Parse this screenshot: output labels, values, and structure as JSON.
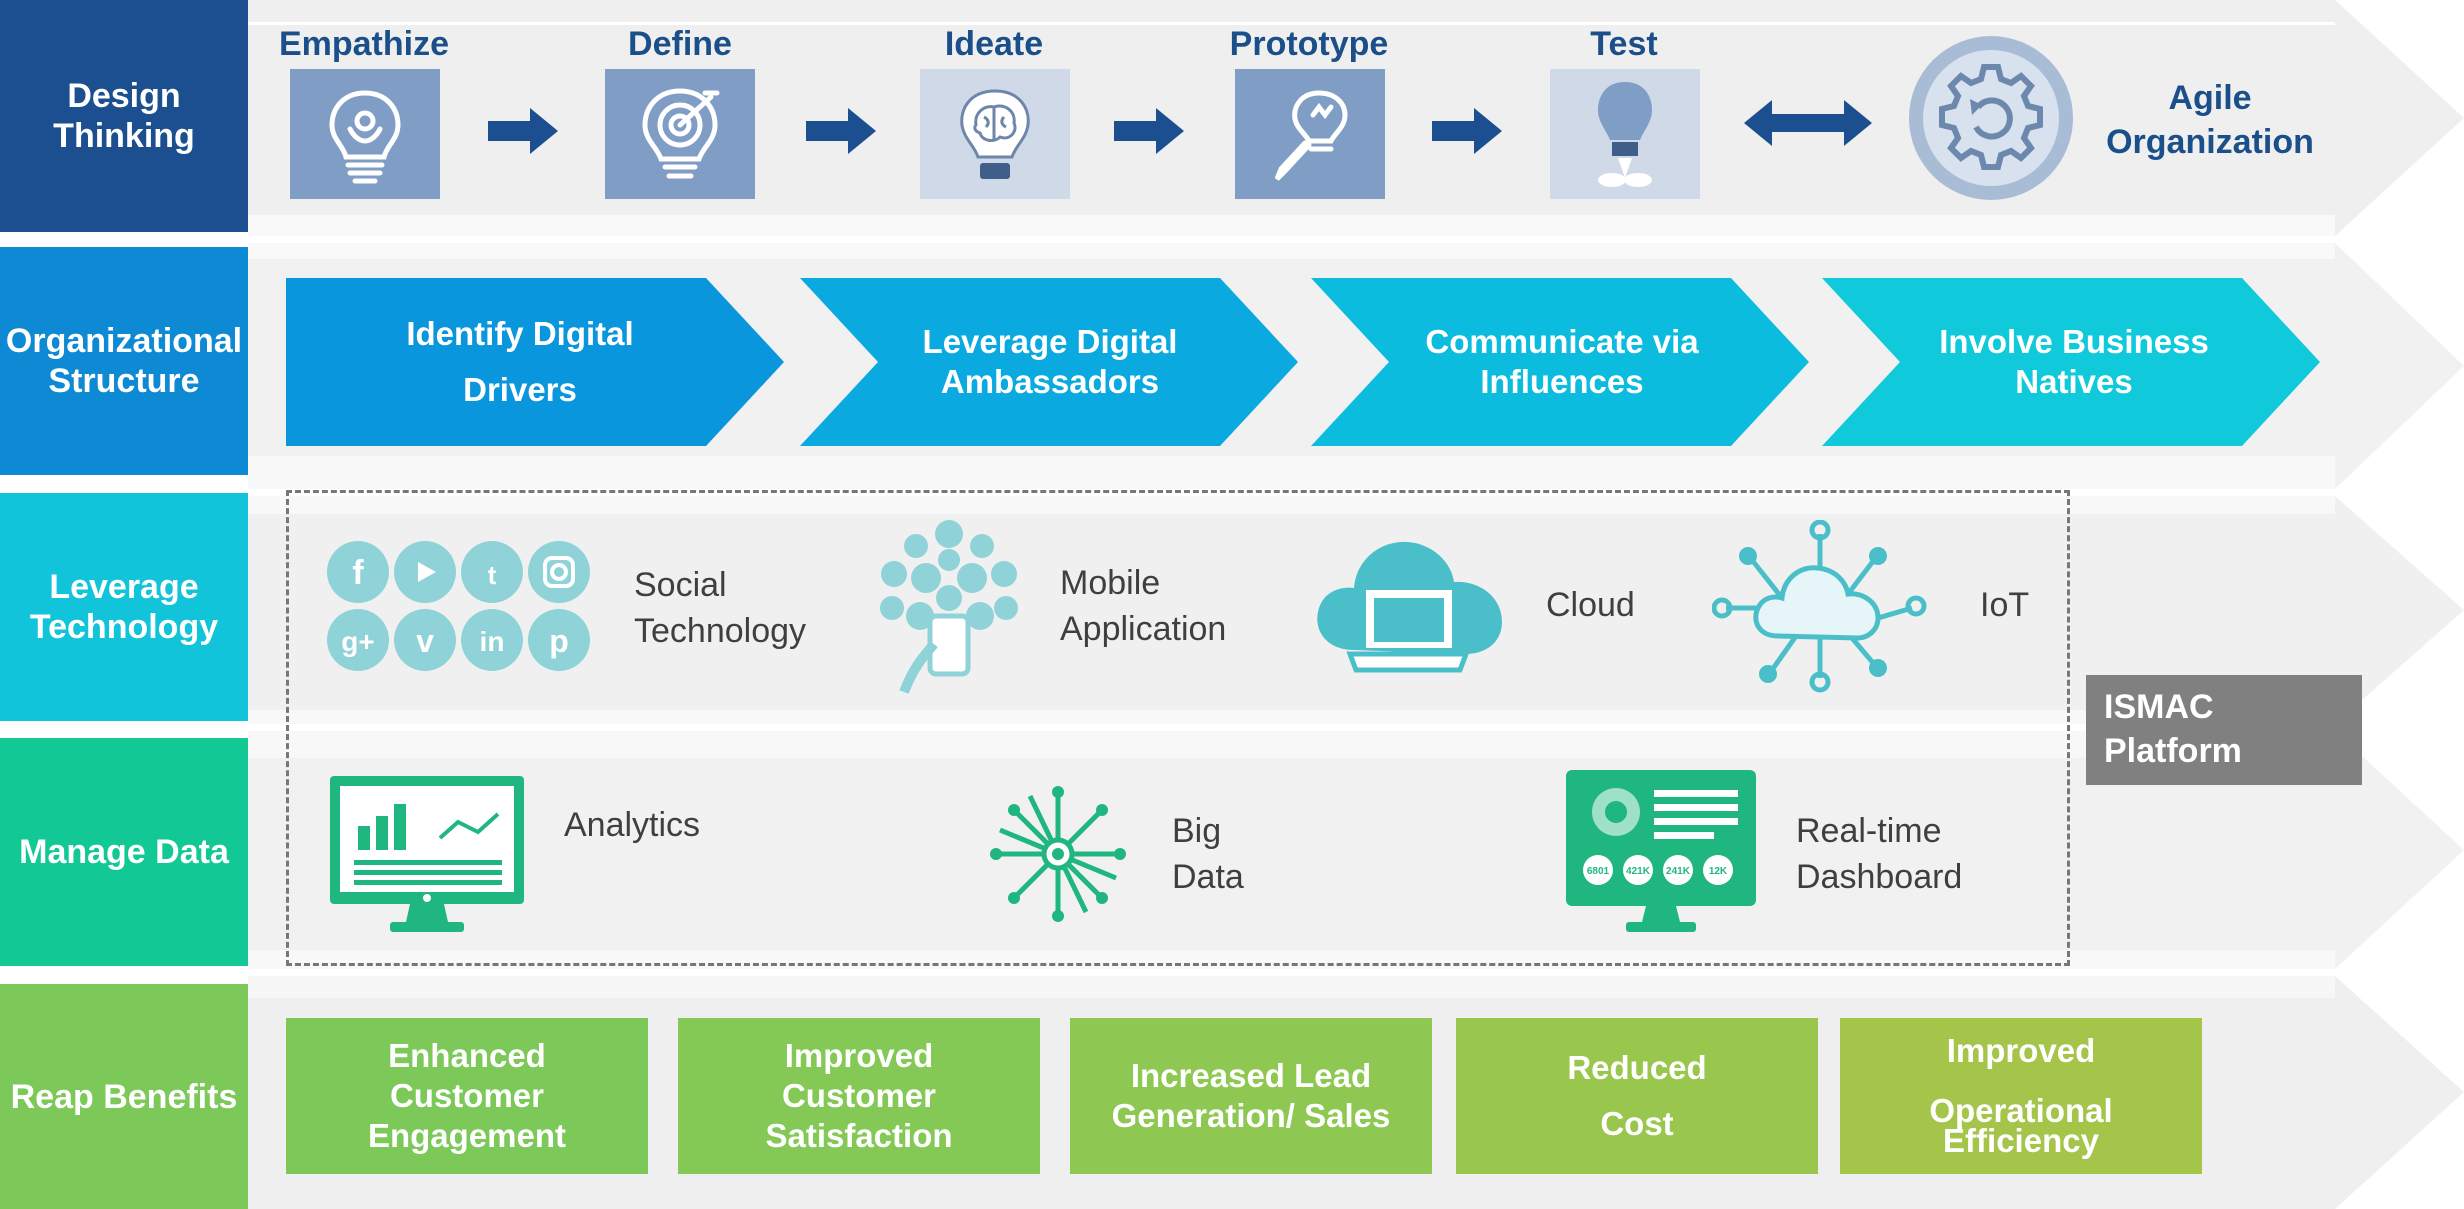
{
  "colors": {
    "navy": "#1c4f8f",
    "blue": "#0d8ad3",
    "cyan": "#12c4d9",
    "teal": "#12c996",
    "green": "#7cc858",
    "dark_text": "#1b4f8a",
    "ismac": "#808080"
  },
  "rows": {
    "design_thinking": "Design\nThinking",
    "organizational_structure": "Organizational\nStructure",
    "leverage_technology": "Leverage\nTechnology",
    "manage_data": "Manage Data",
    "reap_benefits": "Reap Benefits"
  },
  "design_steps": [
    {
      "title": "Empathize",
      "icon": "lightbulb-hand-icon"
    },
    {
      "title": "Define",
      "icon": "bulb-target-icon"
    },
    {
      "title": "Ideate",
      "icon": "brain-bulb-icon"
    },
    {
      "title": "Prototype",
      "icon": "pen-bulb-icon"
    },
    {
      "title": "Test",
      "icon": "rocket-bulb-icon"
    }
  ],
  "agile": {
    "label": "Agile\nOrganization",
    "icon": "gear-cycle-icon"
  },
  "org_steps": [
    "Identify Digital\nDrivers",
    "Leverage Digital\nAmbassadors",
    "Communicate via\nInfluences",
    "Involve Business\nNatives"
  ],
  "technology": [
    {
      "label": "Social\nTechnology",
      "icon": "social-media-icon"
    },
    {
      "label": "Mobile\nApplication",
      "icon": "mobile-app-icon"
    },
    {
      "label": "Cloud",
      "icon": "cloud-laptop-icon"
    },
    {
      "label": "IoT",
      "icon": "iot-cloud-icon"
    }
  ],
  "data_items": [
    {
      "label": "Analytics",
      "icon": "analytics-monitor-icon"
    },
    {
      "label": "Big\nData",
      "icon": "network-node-icon"
    },
    {
      "label": "Real-time\nDashboard",
      "icon": "dashboard-monitor-icon"
    }
  ],
  "dashboard_stats": [
    "6801",
    "421K",
    "241K",
    "12K"
  ],
  "ismac": "ISMAC\nPlatform",
  "benefits": [
    "Enhanced\nCustomer\nEngagement",
    "Improved\nCustomer\nSatisfaction",
    "Increased Lead\nGeneration/ Sales",
    "Reduced\n\nCost",
    "Improved\n\nOperational\nEfficiency"
  ]
}
